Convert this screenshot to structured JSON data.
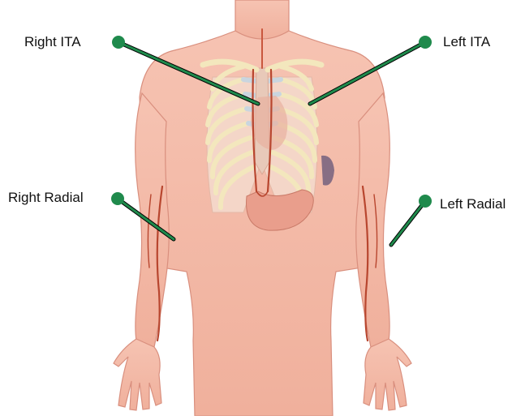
{
  "labels": {
    "right_ita": "Right ITA",
    "left_ita": "Left ITA",
    "right_radial": "Right Radial",
    "left_radial": "Left Radial"
  },
  "colors": {
    "leader_line": "#1f8a4c",
    "leader_dot": "#1f8a4c",
    "skin": "#f3b9a6",
    "skin_shadow": "#e8998a",
    "ribs": "#f5ebc4",
    "artery": "#b8462f",
    "cartilage": "#c7d3de"
  },
  "icons": {
    "figure": "torso-anatomy-figure"
  }
}
